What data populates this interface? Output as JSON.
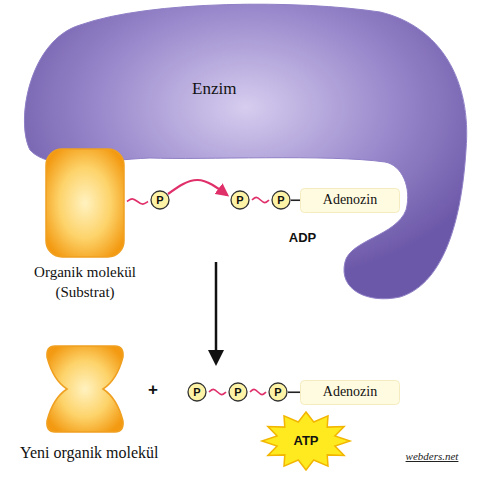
{
  "diagram": {
    "nodes": [
      {
        "text": [
          "Enzim"
        ]
      },
      {
        "text": [
          "Organik molekül (Substrat)"
        ]
      },
      {
        "text": [
          "P"
        ]
      },
      {
        "text": [
          "P"
        ]
      },
      {
        "text": [
          "P"
        ]
      },
      {
        "text": [
          "Adenozin"
        ]
      },
      {
        "text": [
          "Yeni organik molekül"
        ]
      },
      {
        "text": [
          "P"
        ]
      },
      {
        "text": [
          "P"
        ]
      },
      {
        "text": [
          "P"
        ]
      },
      {
        "text": [
          "Adenozin"
        ]
      },
      {
        "text": [
          "ATP"
        ]
      }
    ],
    "edges": [
      {
        "from": 1,
        "to": 2,
        "arrow": "none"
      },
      {
        "from": 2,
        "to": 3,
        "arrow": "to"
      },
      {
        "from": 3,
        "to": 4,
        "arrow": "none"
      },
      {
        "from": 4,
        "to": 5,
        "arrow": "none"
      },
      {
        "from": 7,
        "to": 8,
        "arrow": "none"
      },
      {
        "from": 8,
        "to": 9,
        "arrow": "none"
      },
      {
        "from": 9,
        "to": 10,
        "arrow": "none"
      }
    ],
    "labels": [
      "ADP",
      "+",
      "webders.net"
    ]
  }
}
